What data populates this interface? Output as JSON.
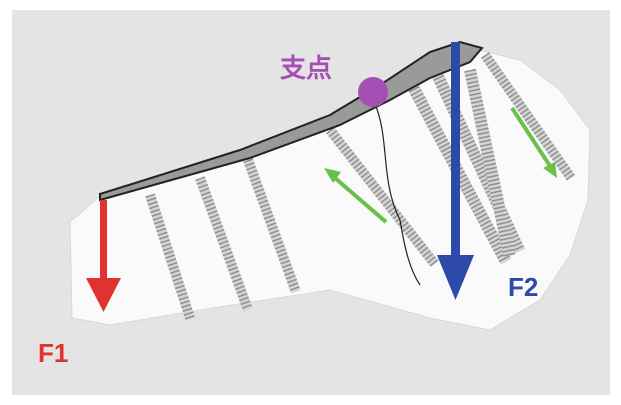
{
  "labels": {
    "force1": "F1",
    "force2": "F2",
    "fulcrum": "支点"
  },
  "colors": {
    "force1": "#e0322e",
    "force2": "#2e4aa8",
    "fulcrum": "#a34fb4",
    "direction": "#6cc04a",
    "panel": "#e4e4e4"
  }
}
